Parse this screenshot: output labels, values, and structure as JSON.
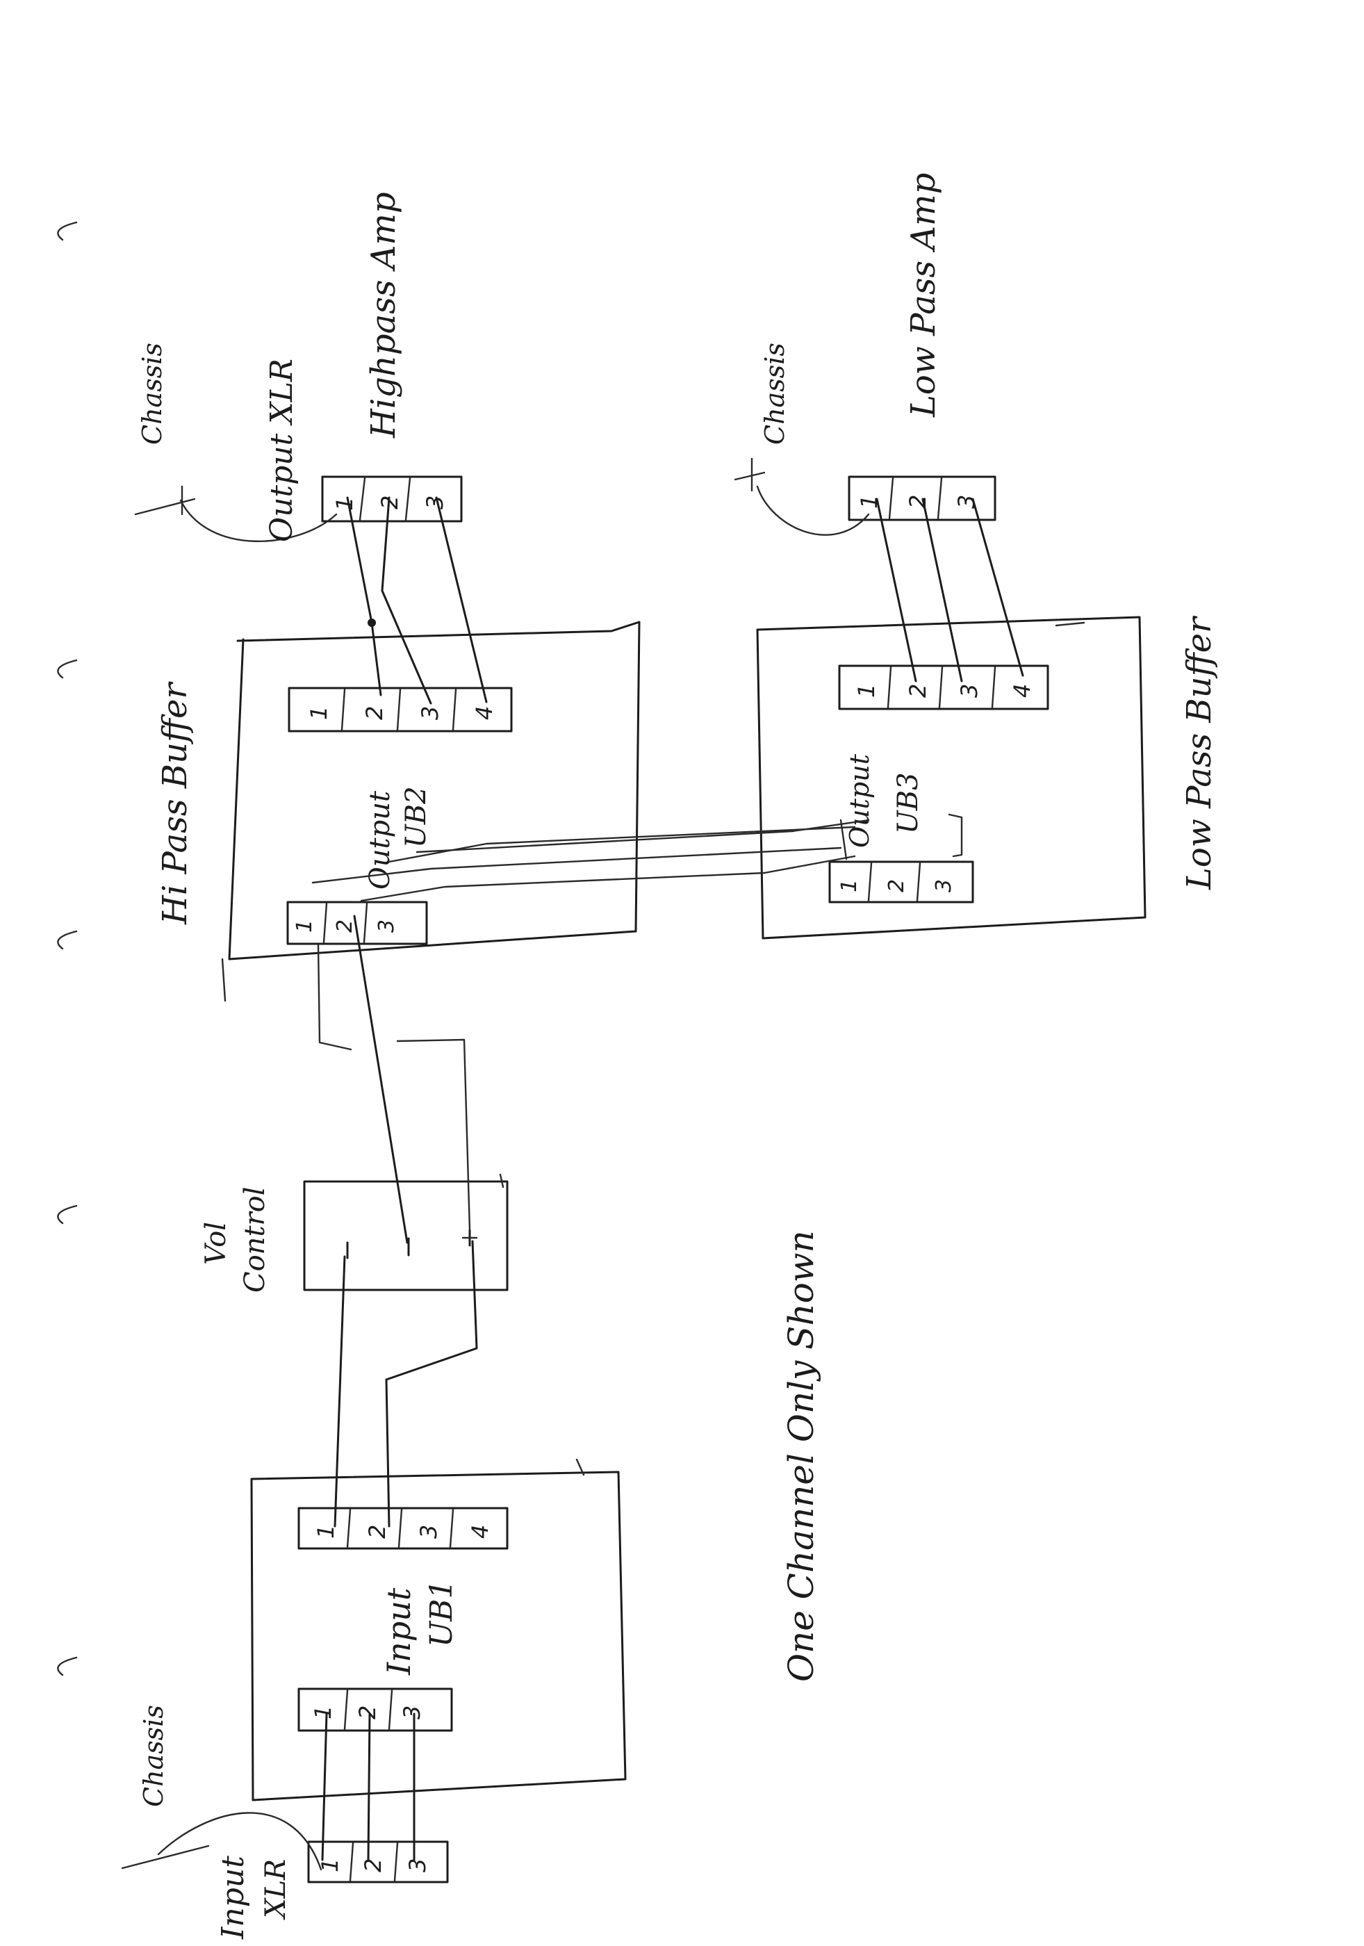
{
  "labels": {
    "output_xlr": "Output XLR",
    "highpass_amp": "Highpass Amp",
    "lowpass_amp": "Low Pass Amp",
    "chassis_1": "Chassis",
    "chassis_2": "Chassis",
    "chassis_3": "Chassis",
    "hi_pass_buffer": "Hi Pass Buffer",
    "low_pass_buffer": "Low Pass Buffer",
    "output_ub2_line1": "Output",
    "output_ub2_line2": "UB2",
    "output_ub3_line1": "Output",
    "output_ub3_line2": "UB3",
    "vol_control_line1": "Vol",
    "vol_control_line2": "Control",
    "input_ub1_line1": "Input",
    "input_ub1_line2": "UB1",
    "input_xlr_line1": "Input",
    "input_xlr_line2": "XLR",
    "one_channel_only": "One Channel Only Shown"
  },
  "pins": {
    "p1": "1",
    "p2": "2",
    "p3": "3",
    "p4": "4"
  }
}
